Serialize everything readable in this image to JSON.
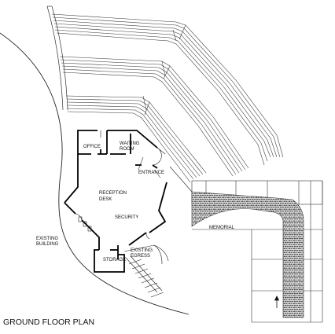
{
  "title": "GROUND FLOOR PLAN",
  "labels": {
    "office": "OFFICE",
    "waiting_line1": "WAITING",
    "waiting_line2": "ROOM",
    "entrance": "ENTRANCE",
    "reception_line1": "RECEPTION",
    "reception_line2": "DESK",
    "security": "SECURITY",
    "storage": "STORAGE",
    "egress_line1": "EXISTING",
    "egress_line2": "EGRESS",
    "existing_line1": "EXISTING",
    "existing_line2": "BUILDING",
    "memorial": "MEMORIAL"
  },
  "colors": {
    "ink": "#111111",
    "paving": "#555555"
  },
  "icons": {
    "direction": "up-arrow-icon"
  }
}
